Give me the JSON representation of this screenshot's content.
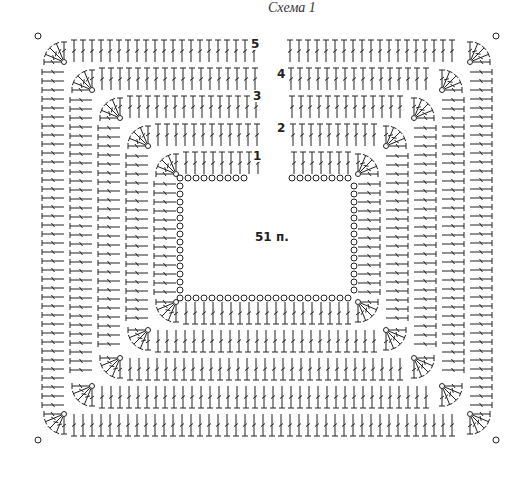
{
  "diagram": {
    "title": "Схема 1",
    "labels": [
      "5",
      "4",
      "3",
      "2",
      "1",
      "51 п."
    ]
  }
}
